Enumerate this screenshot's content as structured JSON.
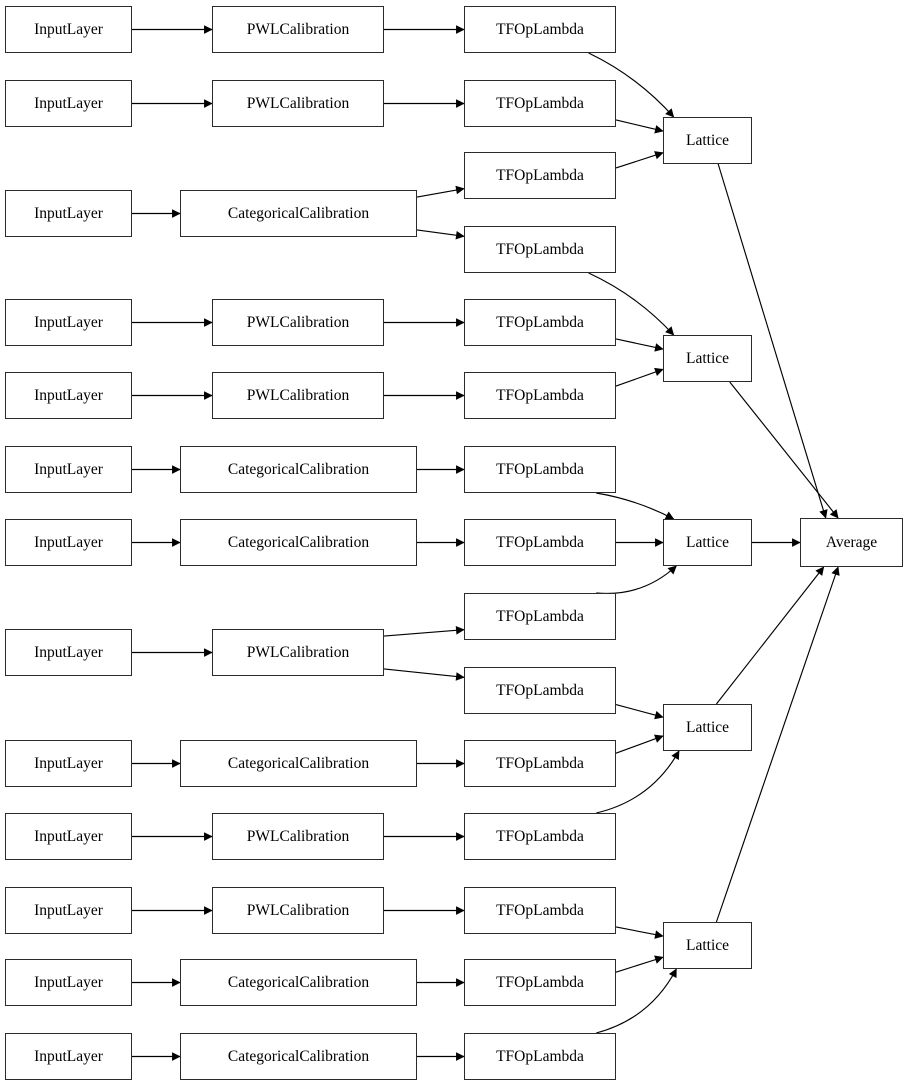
{
  "diagram": {
    "type": "model-architecture-graph",
    "background_color": "#ffffff",
    "node_fill_color": "#ffffff",
    "node_border_color": "#2b2b2b",
    "edge_color": "#000000",
    "nodes": [
      {
        "id": "il1",
        "label": "InputLayer"
      },
      {
        "id": "il2",
        "label": "InputLayer"
      },
      {
        "id": "il3",
        "label": "InputLayer"
      },
      {
        "id": "il4",
        "label": "InputLayer"
      },
      {
        "id": "il5",
        "label": "InputLayer"
      },
      {
        "id": "il6",
        "label": "InputLayer"
      },
      {
        "id": "il7",
        "label": "InputLayer"
      },
      {
        "id": "il8",
        "label": "InputLayer"
      },
      {
        "id": "il9",
        "label": "InputLayer"
      },
      {
        "id": "il10",
        "label": "InputLayer"
      },
      {
        "id": "il11",
        "label": "InputLayer"
      },
      {
        "id": "il12",
        "label": "InputLayer"
      },
      {
        "id": "il13",
        "label": "InputLayer"
      },
      {
        "id": "pwl1",
        "label": "PWLCalibration"
      },
      {
        "id": "pwl2",
        "label": "PWLCalibration"
      },
      {
        "id": "cat3",
        "label": "CategoricalCalibration"
      },
      {
        "id": "pwl4",
        "label": "PWLCalibration"
      },
      {
        "id": "pwl5",
        "label": "PWLCalibration"
      },
      {
        "id": "cat6",
        "label": "CategoricalCalibration"
      },
      {
        "id": "cat7",
        "label": "CategoricalCalibration"
      },
      {
        "id": "pwl8",
        "label": "PWLCalibration"
      },
      {
        "id": "cat9",
        "label": "CategoricalCalibration"
      },
      {
        "id": "pwl10",
        "label": "PWLCalibration"
      },
      {
        "id": "pwl11",
        "label": "PWLCalibration"
      },
      {
        "id": "cat12",
        "label": "CategoricalCalibration"
      },
      {
        "id": "cat13",
        "label": "CategoricalCalibration"
      },
      {
        "id": "tf1",
        "label": "TFOpLambda"
      },
      {
        "id": "tf2",
        "label": "TFOpLambda"
      },
      {
        "id": "tf3a",
        "label": "TFOpLambda"
      },
      {
        "id": "tf3b",
        "label": "TFOpLambda"
      },
      {
        "id": "tf4",
        "label": "TFOpLambda"
      },
      {
        "id": "tf5",
        "label": "TFOpLambda"
      },
      {
        "id": "tf6",
        "label": "TFOpLambda"
      },
      {
        "id": "tf7",
        "label": "TFOpLambda"
      },
      {
        "id": "tf8a",
        "label": "TFOpLambda"
      },
      {
        "id": "tf8b",
        "label": "TFOpLambda"
      },
      {
        "id": "tf9",
        "label": "TFOpLambda"
      },
      {
        "id": "tf10",
        "label": "TFOpLambda"
      },
      {
        "id": "tf11",
        "label": "TFOpLambda"
      },
      {
        "id": "tf12",
        "label": "TFOpLambda"
      },
      {
        "id": "tf13",
        "label": "TFOpLambda"
      },
      {
        "id": "lat1",
        "label": "Lattice"
      },
      {
        "id": "lat2",
        "label": "Lattice"
      },
      {
        "id": "lat3",
        "label": "Lattice"
      },
      {
        "id": "lat4",
        "label": "Lattice"
      },
      {
        "id": "lat5",
        "label": "Lattice"
      },
      {
        "id": "avg",
        "label": "Average"
      }
    ],
    "edges": [
      {
        "f": "il1",
        "t": "pwl1"
      },
      {
        "f": "il2",
        "t": "pwl2"
      },
      {
        "f": "il3",
        "t": "cat3"
      },
      {
        "f": "il4",
        "t": "pwl4"
      },
      {
        "f": "il5",
        "t": "pwl5"
      },
      {
        "f": "il6",
        "t": "cat6"
      },
      {
        "f": "il7",
        "t": "cat7"
      },
      {
        "f": "il8",
        "t": "pwl8"
      },
      {
        "f": "il9",
        "t": "cat9"
      },
      {
        "f": "il10",
        "t": "pwl10"
      },
      {
        "f": "il11",
        "t": "pwl11"
      },
      {
        "f": "il12",
        "t": "cat12"
      },
      {
        "f": "il13",
        "t": "cat13"
      },
      {
        "f": "pwl1",
        "t": "tf1"
      },
      {
        "f": "pwl2",
        "t": "tf2"
      },
      {
        "f": "cat3",
        "t": "tf3a",
        "fa": [
          1,
          0.15
        ],
        "ta": [
          0,
          0.78
        ]
      },
      {
        "f": "cat3",
        "t": "tf3b",
        "fa": [
          1,
          0.85
        ],
        "ta": [
          0,
          0.22
        ]
      },
      {
        "f": "pwl4",
        "t": "tf4"
      },
      {
        "f": "pwl5",
        "t": "tf5"
      },
      {
        "f": "cat6",
        "t": "tf6"
      },
      {
        "f": "cat7",
        "t": "tf7"
      },
      {
        "f": "pwl8",
        "t": "tf8a",
        "fa": [
          1,
          0.15
        ],
        "ta": [
          0,
          0.78
        ]
      },
      {
        "f": "pwl8",
        "t": "tf8b",
        "fa": [
          1,
          0.85
        ],
        "ta": [
          0,
          0.22
        ]
      },
      {
        "f": "cat9",
        "t": "tf9"
      },
      {
        "f": "pwl10",
        "t": "tf10"
      },
      {
        "f": "pwl11",
        "t": "tf11"
      },
      {
        "f": "cat12",
        "t": "tf12"
      },
      {
        "f": "cat13",
        "t": "tf13"
      },
      {
        "f": "tf1",
        "t": "lat1",
        "fa": [
          0.82,
          1
        ],
        "ta": [
          0.12,
          0
        ],
        "b": -0.1
      },
      {
        "f": "tf2",
        "t": "lat1",
        "fa": [
          1,
          0.85
        ],
        "ta": [
          0,
          0.3
        ]
      },
      {
        "f": "tf3a",
        "t": "lat1",
        "fa": [
          1,
          0.34
        ],
        "ta": [
          0,
          0.76
        ]
      },
      {
        "f": "tf3b",
        "t": "lat2",
        "fa": [
          0.82,
          1
        ],
        "ta": [
          0.12,
          0
        ],
        "b": -0.1
      },
      {
        "f": "tf4",
        "t": "lat2",
        "fa": [
          1,
          0.85
        ],
        "ta": [
          0,
          0.3
        ]
      },
      {
        "f": "tf5",
        "t": "lat2",
        "fa": [
          1,
          0.3
        ],
        "ta": [
          0,
          0.73
        ]
      },
      {
        "f": "tf6",
        "t": "lat3",
        "fa": [
          0.87,
          1
        ],
        "ta": [
          0.12,
          0
        ],
        "b": -0.08
      },
      {
        "f": "tf7",
        "t": "lat3"
      },
      {
        "f": "tf8a",
        "t": "lat3",
        "fa": [
          0.87,
          0
        ],
        "ta": [
          0.15,
          1
        ],
        "b": 0.22
      },
      {
        "f": "tf8b",
        "t": "lat4",
        "fa": [
          1,
          0.8
        ],
        "ta": [
          0,
          0.28
        ]
      },
      {
        "f": "tf9",
        "t": "lat4",
        "fa": [
          1,
          0.28
        ],
        "ta": [
          0,
          0.68
        ]
      },
      {
        "f": "tf10",
        "t": "lat4",
        "fa": [
          0.87,
          0
        ],
        "ta": [
          0.18,
          1
        ],
        "b": 0.22
      },
      {
        "f": "tf11",
        "t": "lat5",
        "fa": [
          1,
          0.85
        ],
        "ta": [
          0,
          0.3
        ]
      },
      {
        "f": "tf12",
        "t": "lat5",
        "fa": [
          1,
          0.28
        ],
        "ta": [
          0,
          0.75
        ]
      },
      {
        "f": "tf13",
        "t": "lat5",
        "fa": [
          0.87,
          0
        ],
        "ta": [
          0.15,
          1
        ],
        "b": 0.22
      },
      {
        "f": "lat1",
        "t": "avg",
        "fa": [
          0.62,
          1
        ],
        "ta": [
          0.25,
          0
        ]
      },
      {
        "f": "lat2",
        "t": "avg",
        "fa": [
          0.75,
          1
        ],
        "ta": [
          0.37,
          0
        ]
      },
      {
        "f": "lat3",
        "t": "avg"
      },
      {
        "f": "lat4",
        "t": "avg",
        "fa": [
          0.6,
          0
        ],
        "ta": [
          0.23,
          1
        ]
      },
      {
        "f": "lat5",
        "t": "avg",
        "fa": [
          0.6,
          0
        ],
        "ta": [
          0.37,
          1
        ]
      }
    ]
  }
}
